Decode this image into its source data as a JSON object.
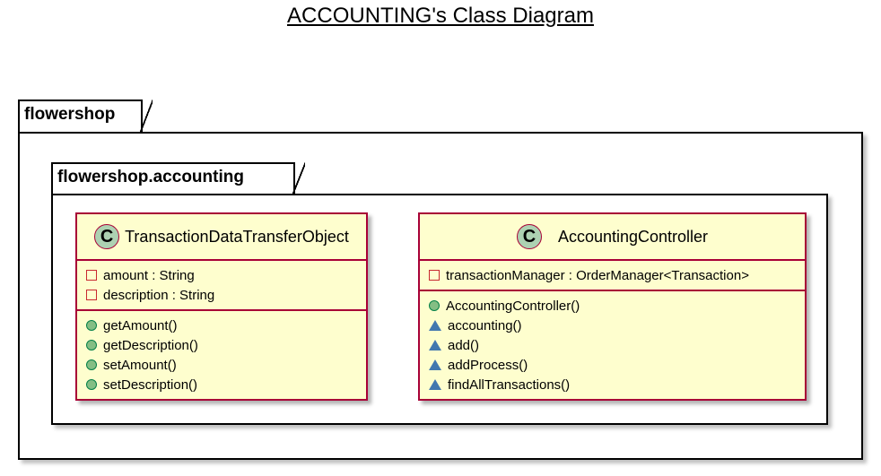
{
  "diagram": {
    "title": "ACCOUNTING's Class Diagram",
    "packages": {
      "outer": {
        "name": "flowershop"
      },
      "inner": {
        "name": "flowershop.accounting"
      }
    },
    "classes": [
      {
        "stereotype_glyph": "C",
        "name": "TransactionDataTransferObject",
        "fields": [
          {
            "visibility": "private",
            "text": "amount : String"
          },
          {
            "visibility": "private",
            "text": "description : String"
          }
        ],
        "methods": [
          {
            "visibility": "public",
            "text": "getAmount()"
          },
          {
            "visibility": "public",
            "text": "getDescription()"
          },
          {
            "visibility": "public",
            "text": "setAmount()"
          },
          {
            "visibility": "public",
            "text": "setDescription()"
          }
        ]
      },
      {
        "stereotype_glyph": "C",
        "name": "AccountingController",
        "fields": [
          {
            "visibility": "private",
            "text": "transactionManager : OrderManager<Transaction>"
          }
        ],
        "methods": [
          {
            "visibility": "public",
            "text": "AccountingController()"
          },
          {
            "visibility": "package",
            "text": "accounting()"
          },
          {
            "visibility": "package",
            "text": "add()"
          },
          {
            "visibility": "package",
            "text": "addProcess()"
          },
          {
            "visibility": "package",
            "text": "findAllTransactions()"
          }
        ]
      }
    ],
    "colors": {
      "class_fill": "#fefece",
      "class_border": "#a80036",
      "class_icon": "#add1b2",
      "private_marker": "#c82930",
      "public_marker": "#84be84",
      "package_marker": "#4177af"
    }
  }
}
